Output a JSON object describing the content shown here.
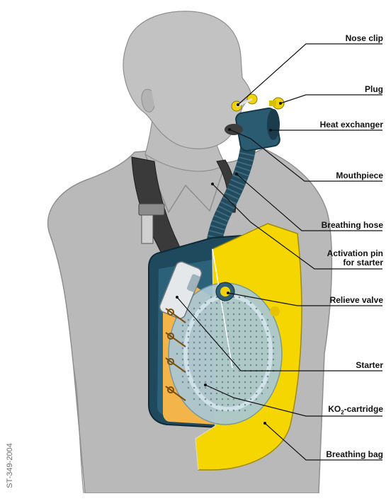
{
  "callouts": {
    "nose_clip": "Nose clip",
    "plug": "Plug",
    "heat_exchanger": "Heat exchanger",
    "mouthpiece": "Mouthpiece",
    "breathing_hose": "Breathing hose",
    "activation_pin_line1": "Activation pin",
    "activation_pin_line2": "for starter",
    "relieve_valve": "Relieve valve",
    "starter": "Starter",
    "ko2_prefix": "KO",
    "ko2_sub": "2",
    "ko2_suffix": "-cartridge",
    "breathing_bag": "Breathing bag"
  },
  "figure_code": "ST-349-2004",
  "colors": {
    "body_gray": "#b8b8b8",
    "body_outline": "#8d8d8d",
    "housing_teal": "#1f4a5e",
    "bag_yellow": "#f5d600",
    "cartridge_blue": "#a9c7d6",
    "inner_orange": "#f3b44a",
    "leader_line": "#111111"
  }
}
